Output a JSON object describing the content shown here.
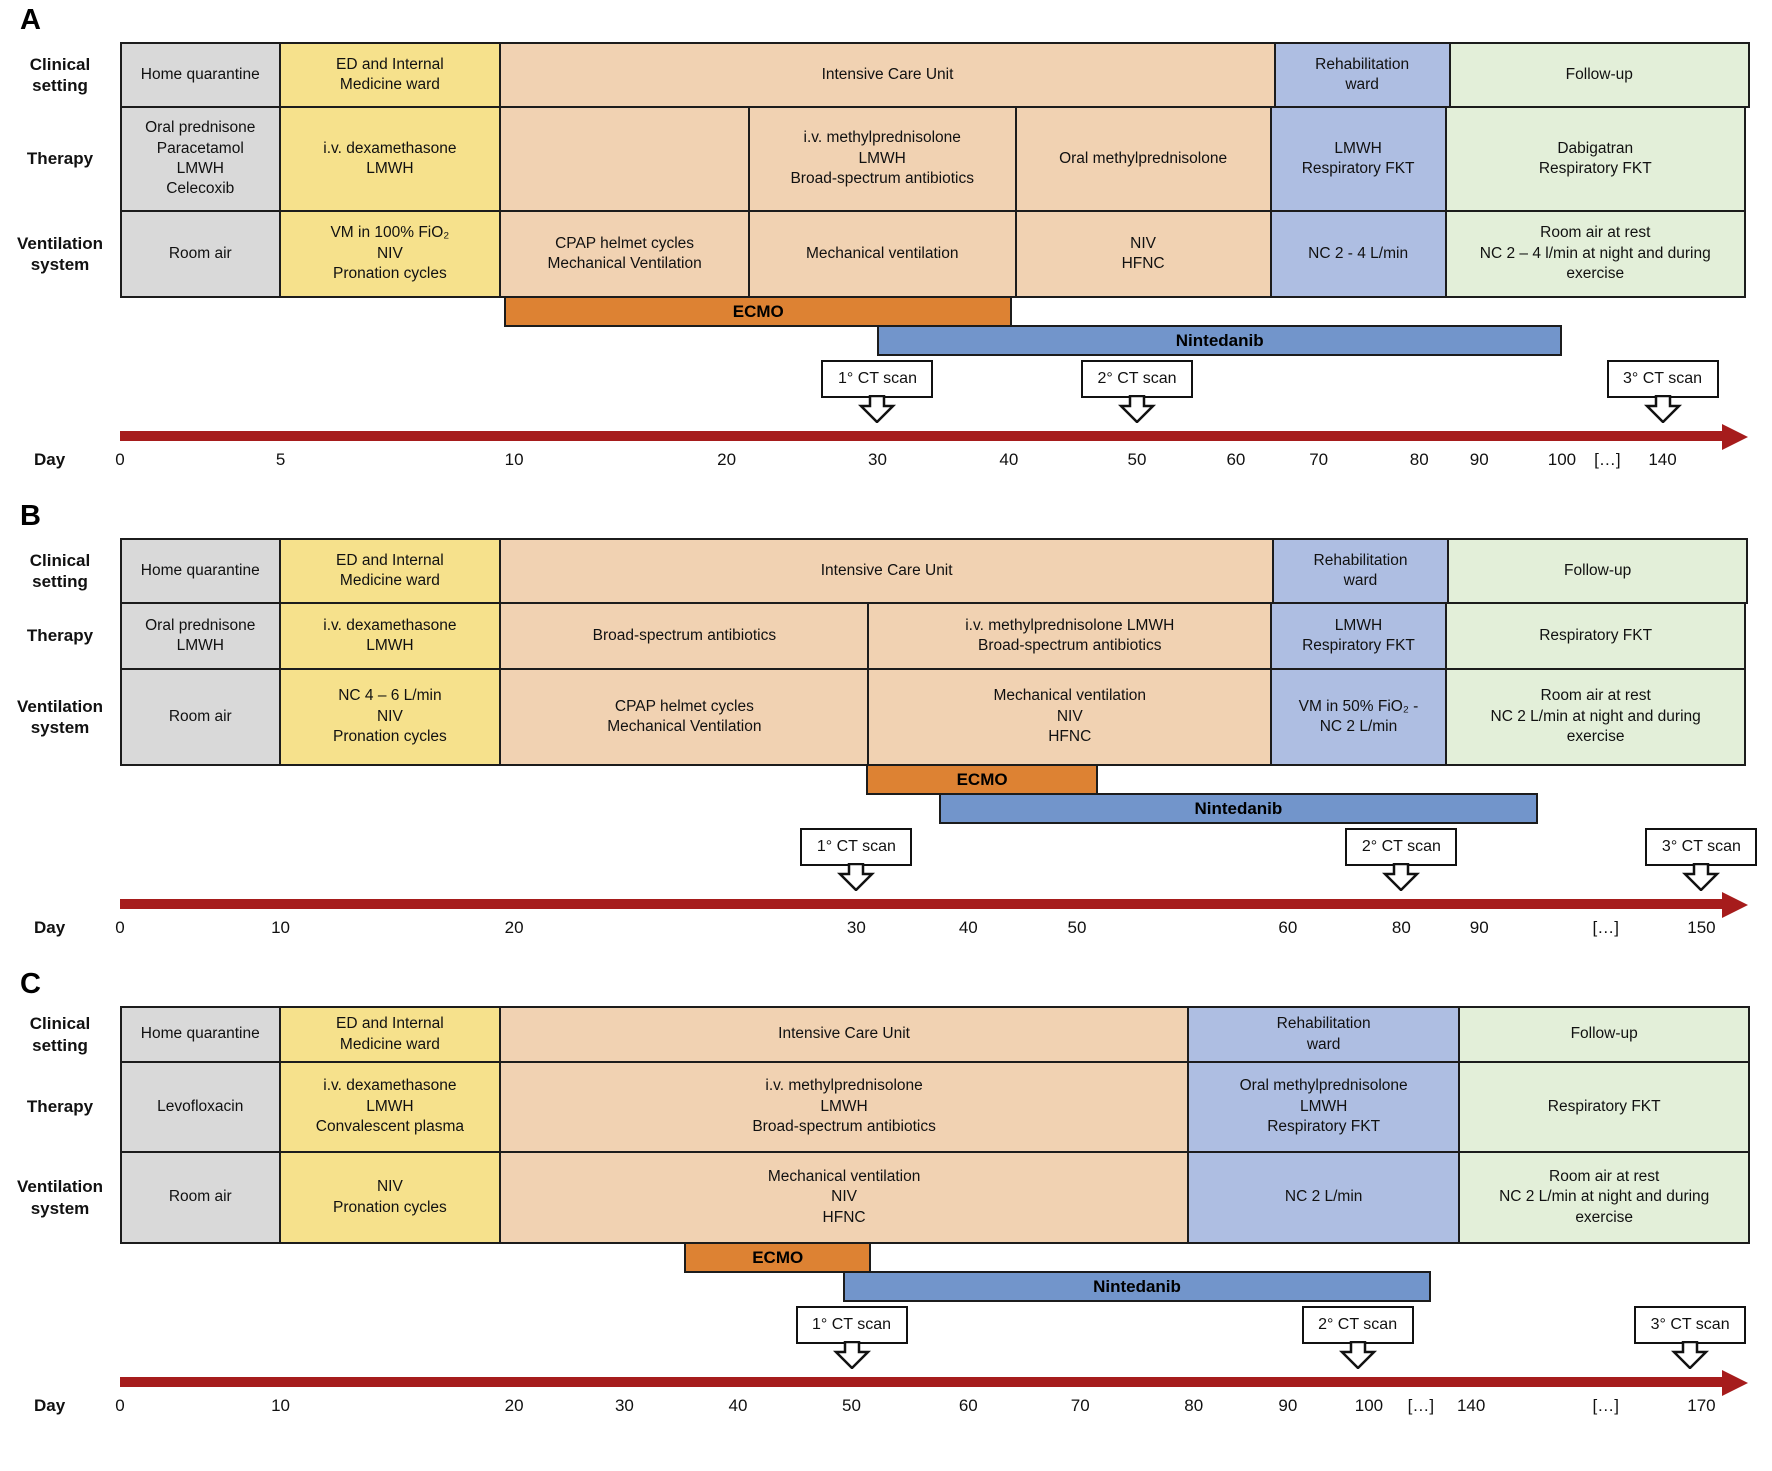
{
  "figure": {
    "palette": {
      "gray": "#D9D9D9",
      "yellow": "#F6E18C",
      "tan": "#F1D2B2",
      "blue": "#AEBEE2",
      "green": "#E3EFD9",
      "ecmo": "#DD8233",
      "nintedanib": "#7295CB",
      "axis_red": "#A61C1C"
    },
    "panels": [
      {
        "label": "A",
        "row_headers": [
          "Clinical\nsetting",
          "Therapy",
          "Ventilation\nsystem"
        ],
        "rows": {
          "clinical": [
            {
              "text": "Home quarantine",
              "color": "gray",
              "w": 9.8
            },
            {
              "text": "ED and Internal\nMedicine ward",
              "color": "yellow",
              "w": 13.6
            },
            {
              "text": "Intensive Care Unit",
              "color": "tan",
              "w": 47.4
            },
            {
              "text": "Rehabilitation\nward",
              "color": "blue",
              "w": 10.8
            },
            {
              "text": "Follow-up",
              "color": "green",
              "w": 18.4
            }
          ],
          "therapy": [
            {
              "text": "Oral prednisone\nParacetamol\nLMWH\nCelecoxib",
              "color": "gray",
              "w": 9.8
            },
            {
              "text": "i.v. dexamethasone\nLMWH",
              "color": "yellow",
              "w": 13.6
            },
            {
              "text": "",
              "color": "tan",
              "w": 15.3
            },
            {
              "text": "i.v. methylprednisolone\nLMWH\nBroad-spectrum antibiotics",
              "color": "tan",
              "w": 16.4
            },
            {
              "text": "Oral methylprednisolone",
              "color": "tan",
              "w": 15.7
            },
            {
              "text": "LMWH\nRespiratory FKT",
              "color": "blue",
              "w": 10.8
            },
            {
              "text": "Dabigatran\nRespiratory FKT",
              "color": "green",
              "w": 18.4
            }
          ],
          "ventilation": [
            {
              "text": "Room air",
              "color": "gray",
              "w": 9.8
            },
            {
              "text": "VM in 100% FiO₂\nNIV\nPronation cycles",
              "color": "yellow",
              "w": 13.6
            },
            {
              "text": "CPAP helmet cycles\nMechanical Ventilation",
              "color": "tan",
              "w": 15.3
            },
            {
              "text": "Mechanical ventilation",
              "color": "tan",
              "w": 16.4
            },
            {
              "text": "NIV\nHFNC",
              "color": "tan",
              "w": 15.7
            },
            {
              "text": "NC 2 - 4 L/min",
              "color": "blue",
              "w": 10.8
            },
            {
              "text": "Room air at rest\nNC 2 – 4 l/min at night and during\nexercise",
              "color": "green",
              "w": 18.4
            }
          ]
        },
        "bars": [
          {
            "name": "ecmo-bar",
            "label": "ECMO",
            "color": "ecmo",
            "left": 23.7,
            "width": 31.3
          },
          {
            "name": "nintedanib-bar",
            "label": "Nintedanib",
            "color": "nintedanib",
            "left": 46.7,
            "width": 42.2
          }
        ],
        "ct_scans": [
          {
            "label": "1° CT scan",
            "x": 46.7
          },
          {
            "label": "2° CT scan",
            "x": 62.7
          },
          {
            "label": "3° CT scan",
            "x": 95.1
          }
        ],
        "axis": {
          "label": "Day",
          "ticks": [
            {
              "label": "0",
              "x": 0
            },
            {
              "label": "5",
              "x": 9.9
            },
            {
              "label": "10",
              "x": 24.3
            },
            {
              "label": "20",
              "x": 37.4
            },
            {
              "label": "30",
              "x": 46.7
            },
            {
              "label": "40",
              "x": 54.8
            },
            {
              "label": "50",
              "x": 62.7
            },
            {
              "label": "60",
              "x": 68.8
            },
            {
              "label": "70",
              "x": 73.9
            },
            {
              "label": "80",
              "x": 80.1
            },
            {
              "label": "90",
              "x": 83.8
            },
            {
              "label": "100",
              "x": 88.9
            },
            {
              "label": "[…]",
              "x": 91.7
            },
            {
              "label": "140",
              "x": 95.1
            }
          ]
        }
      },
      {
        "label": "B",
        "row_headers": [
          "Clinical\nsetting",
          "Therapy",
          "Ventilation\nsystem"
        ],
        "rows": {
          "clinical": [
            {
              "text": "Home quarantine",
              "color": "gray",
              "w": 9.8
            },
            {
              "text": "ED and Internal\nMedicine ward",
              "color": "yellow",
              "w": 13.6
            },
            {
              "text": "Intensive Care Unit",
              "color": "tan",
              "w": 47.3
            },
            {
              "text": "Rehabilitation\nward",
              "color": "blue",
              "w": 10.8
            },
            {
              "text": "Follow-up",
              "color": "green",
              "w": 18.4
            }
          ],
          "therapy": [
            {
              "text": "Oral prednisone\nLMWH",
              "color": "gray",
              "w": 9.8
            },
            {
              "text": "i.v. dexamethasone\nLMWH",
              "color": "yellow",
              "w": 13.6
            },
            {
              "text": "Broad-spectrum antibiotics",
              "color": "tan",
              "w": 22.6
            },
            {
              "text": "i.v. methylprednisolone LMWH\nBroad-spectrum antibiotics",
              "color": "tan",
              "w": 24.7
            },
            {
              "text": "LMWH\nRespiratory FKT",
              "color": "blue",
              "w": 10.8
            },
            {
              "text": "Respiratory FKT",
              "color": "green",
              "w": 18.4
            }
          ],
          "ventilation": [
            {
              "text": "Room air",
              "color": "gray",
              "w": 9.8
            },
            {
              "text": "NC 4 – 6 L/min\nNIV\nPronation cycles",
              "color": "yellow",
              "w": 13.6
            },
            {
              "text": "CPAP helmet cycles\nMechanical Ventilation",
              "color": "tan",
              "w": 22.6
            },
            {
              "text": "Mechanical ventilation\nNIV\nHFNC",
              "color": "tan",
              "w": 24.7
            },
            {
              "text": "VM in 50% FiO₂ -\nNC 2 L/min",
              "color": "blue",
              "w": 10.8
            },
            {
              "text": "Room air at rest\nNC 2 L/min at night and during\nexercise",
              "color": "green",
              "w": 18.4
            }
          ]
        },
        "bars": [
          {
            "name": "ecmo-bar",
            "label": "ECMO",
            "color": "ecmo",
            "left": 46.0,
            "width": 14.3
          },
          {
            "name": "nintedanib-bar",
            "label": "Nintedanib",
            "color": "nintedanib",
            "left": 50.5,
            "width": 36.9
          }
        ],
        "ct_scans": [
          {
            "label": "1° CT scan",
            "x": 45.4
          },
          {
            "label": "2° CT scan",
            "x": 79.0
          },
          {
            "label": "3° CT scan",
            "x": 97.5
          }
        ],
        "axis": {
          "label": "Day",
          "ticks": [
            {
              "label": "0",
              "x": 0
            },
            {
              "label": "10",
              "x": 9.9
            },
            {
              "label": "20",
              "x": 24.3
            },
            {
              "label": "30",
              "x": 45.4
            },
            {
              "label": "40",
              "x": 52.3
            },
            {
              "label": "50",
              "x": 59.0
            },
            {
              "label": "60",
              "x": 72.0
            },
            {
              "label": "80",
              "x": 79.0
            },
            {
              "label": "90",
              "x": 83.8
            },
            {
              "label": "[…]",
              "x": 91.6
            },
            {
              "label": "150",
              "x": 97.5
            }
          ]
        }
      },
      {
        "label": "C",
        "row_headers": [
          "Clinical\nsetting",
          "Therapy",
          "Ventilation\nsystem"
        ],
        "rows": {
          "clinical": [
            {
              "text": "Home quarantine",
              "color": "gray",
              "w": 9.8
            },
            {
              "text": "ED and Internal\nMedicine ward",
              "color": "yellow",
              "w": 13.6
            },
            {
              "text": "Intensive Care Unit",
              "color": "tan",
              "w": 42.1
            },
            {
              "text": "Rehabilitation\nward",
              "color": "blue",
              "w": 16.7
            },
            {
              "text": "Follow-up",
              "color": "green",
              "w": 17.8
            }
          ],
          "therapy": [
            {
              "text": "Levofloxacin",
              "color": "gray",
              "w": 9.8
            },
            {
              "text": "i.v. dexamethasone\nLMWH\nConvalescent plasma",
              "color": "yellow",
              "w": 13.6
            },
            {
              "text": "i.v. methylprednisolone\nLMWH\nBroad-spectrum antibiotics",
              "color": "tan",
              "w": 42.1
            },
            {
              "text": "Oral methylprednisolone\nLMWH\nRespiratory FKT",
              "color": "blue",
              "w": 16.7
            },
            {
              "text": "Respiratory FKT",
              "color": "green",
              "w": 17.8
            }
          ],
          "ventilation": [
            {
              "text": "Room air",
              "color": "gray",
              "w": 9.8
            },
            {
              "text": "NIV\nPronation cycles",
              "color": "yellow",
              "w": 13.6
            },
            {
              "text": "Mechanical ventilation\nNIV\nHFNC",
              "color": "tan",
              "w": 42.1
            },
            {
              "text": "NC 2 L/min",
              "color": "blue",
              "w": 16.7
            },
            {
              "text": "Room air at rest\nNC 2 L/min at night and during\nexercise",
              "color": "green",
              "w": 17.8
            }
          ]
        },
        "bars": [
          {
            "name": "ecmo-bar",
            "label": "ECMO",
            "color": "ecmo",
            "left": 34.8,
            "width": 11.5
          },
          {
            "name": "nintedanib-bar",
            "label": "Nintedanib",
            "color": "nintedanib",
            "left": 44.6,
            "width": 36.2
          }
        ],
        "ct_scans": [
          {
            "label": "1° CT scan",
            "x": 45.1
          },
          {
            "label": "2° CT scan",
            "x": 76.3
          },
          {
            "label": "3° CT scan",
            "x": 96.8
          }
        ],
        "axis": {
          "label": "Day",
          "ticks": [
            {
              "label": "0",
              "x": 0
            },
            {
              "label": "10",
              "x": 9.9
            },
            {
              "label": "20",
              "x": 24.3
            },
            {
              "label": "30",
              "x": 31.1
            },
            {
              "label": "40",
              "x": 38.1
            },
            {
              "label": "50",
              "x": 45.1
            },
            {
              "label": "60",
              "x": 52.3
            },
            {
              "label": "70",
              "x": 59.2
            },
            {
              "label": "80",
              "x": 66.2
            },
            {
              "label": "90",
              "x": 72.0
            },
            {
              "label": "100",
              "x": 77.0
            },
            {
              "label": "[…]",
              "x": 80.2
            },
            {
              "label": "140",
              "x": 83.3
            },
            {
              "label": "[…]",
              "x": 91.6
            },
            {
              "label": "170",
              "x": 97.5
            }
          ]
        }
      }
    ]
  }
}
